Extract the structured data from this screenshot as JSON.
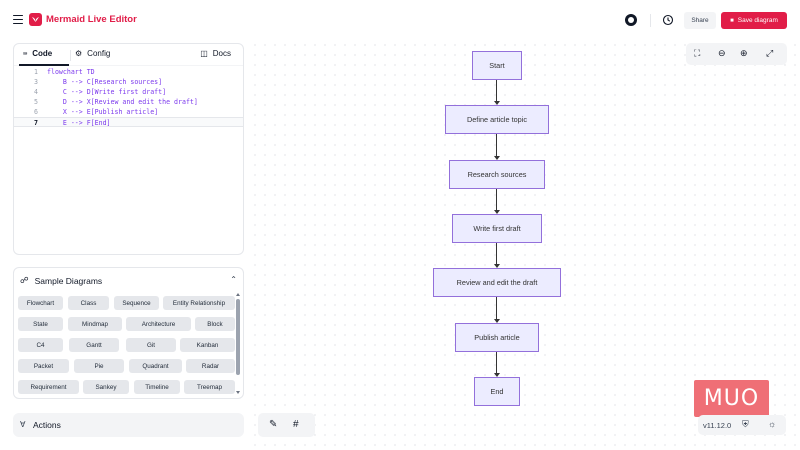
{
  "app": {
    "title": "Mermaid Live Editor"
  },
  "header": {
    "share_label": "Share",
    "save_label": "Save diagram"
  },
  "editor": {
    "tabs": {
      "code": "Code",
      "config": "Config",
      "docs": "Docs"
    },
    "lines": [
      {
        "num": "1",
        "text": "flowchart TD"
      },
      {
        "num": "3",
        "text": "    B --> C[Research sources]"
      },
      {
        "num": "4",
        "text": "    C --> D[Write first draft]"
      },
      {
        "num": "5",
        "text": "    D --> X[Review and edit the draft]"
      },
      {
        "num": "6",
        "text": "    X --> E[Publish article]"
      },
      {
        "num": "7",
        "text": "    E --> F[End]"
      }
    ]
  },
  "samples": {
    "title": "Sample Diagrams",
    "items": [
      "Flowchart",
      "Class",
      "Sequence",
      "Entity Relationship",
      "State",
      "Mindmap",
      "Architecture",
      "Block",
      "C4",
      "Gantt",
      "Git",
      "Kanban",
      "Packet",
      "Pie",
      "Quadrant",
      "Radar",
      "Requirement",
      "Sankey",
      "Timeline",
      "Treemap"
    ]
  },
  "actions": {
    "label": "Actions"
  },
  "footer": {
    "version": "v11.12.0"
  },
  "watermark": {
    "text": "MUO"
  },
  "flowchart": {
    "nodes": [
      "Start",
      "Define article topic",
      "Research sources",
      "Write first draft",
      "Review and edit the draft",
      "Publish article",
      "End"
    ]
  },
  "colors": {
    "accent": "#e11d48",
    "node_fill": "#ececff",
    "node_border": "#9370db"
  },
  "icons": [
    "menu-icon",
    "mermaid-logo-icon",
    "github-icon",
    "history-icon",
    "save-icon",
    "code-icon",
    "gear-icon",
    "book-icon",
    "diagram-icon",
    "chevron-collapse-icon",
    "actions-icon",
    "fullscreen-icon",
    "zoom-out-icon",
    "zoom-in-icon",
    "expand-icon",
    "pan-edit-icon",
    "grid-icon",
    "shield-icon",
    "sun-icon"
  ]
}
